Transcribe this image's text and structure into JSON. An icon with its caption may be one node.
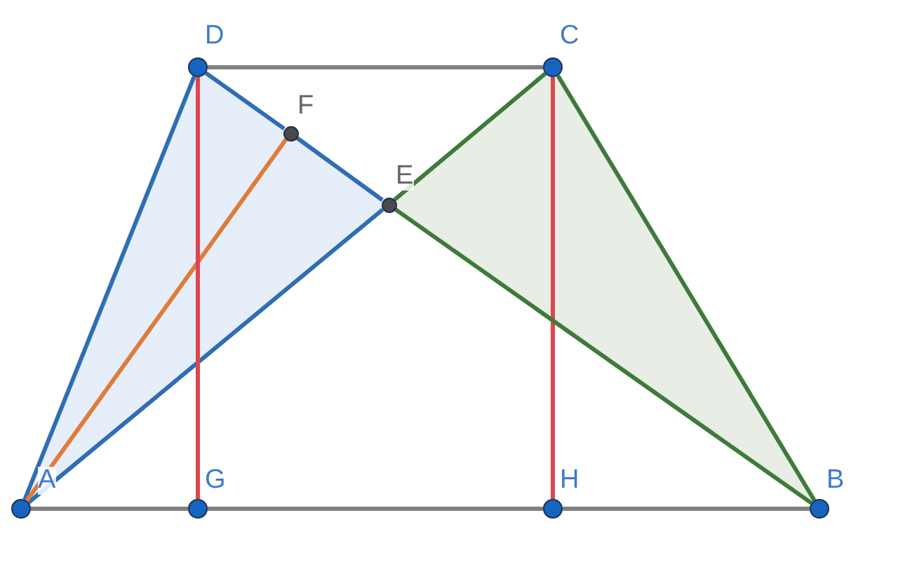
{
  "diagram": {
    "nodes": [
      {
        "text": [
          "D"
        ]
      },
      {
        "text": [
          "C"
        ]
      },
      {
        "text": [
          "F"
        ]
      },
      {
        "text": [
          "E"
        ]
      },
      {
        "text": [
          "A"
        ]
      },
      {
        "text": [
          "G"
        ]
      },
      {
        "text": [
          "H"
        ]
      },
      {
        "text": [
          "B"
        ]
      }
    ],
    "edges": [
      {
        "from": 0,
        "to": 1,
        "arrow": "none",
        "color": "#808080"
      },
      {
        "from": 4,
        "to": 5,
        "arrow": "none",
        "color": "#808080"
      },
      {
        "from": 5,
        "to": 6,
        "arrow": "none",
        "color": "#808080"
      },
      {
        "from": 6,
        "to": 7,
        "arrow": "none",
        "color": "#808080"
      },
      {
        "from": 4,
        "to": 0,
        "arrow": "none",
        "color": "#2f6db5"
      },
      {
        "from": 0,
        "to": 2,
        "arrow": "none",
        "color": "#2f6db5"
      },
      {
        "from": 2,
        "to": 3,
        "arrow": "none",
        "color": "#2f6db5"
      },
      {
        "from": 4,
        "to": 3,
        "arrow": "none",
        "color": "#2f6db5"
      },
      {
        "from": 4,
        "to": 2,
        "arrow": "none",
        "color": "#e07b39"
      },
      {
        "from": 0,
        "to": 5,
        "arrow": "none",
        "color": "#e0454f"
      },
      {
        "from": 1,
        "to": 6,
        "arrow": "none",
        "color": "#e0454f"
      },
      {
        "from": 3,
        "to": 1,
        "arrow": "none",
        "color": "#3f7a3a"
      },
      {
        "from": 1,
        "to": 7,
        "arrow": "none",
        "color": "#3f7a3a"
      },
      {
        "from": 3,
        "to": 7,
        "arrow": "none",
        "color": "#3f7a3a"
      }
    ]
  }
}
